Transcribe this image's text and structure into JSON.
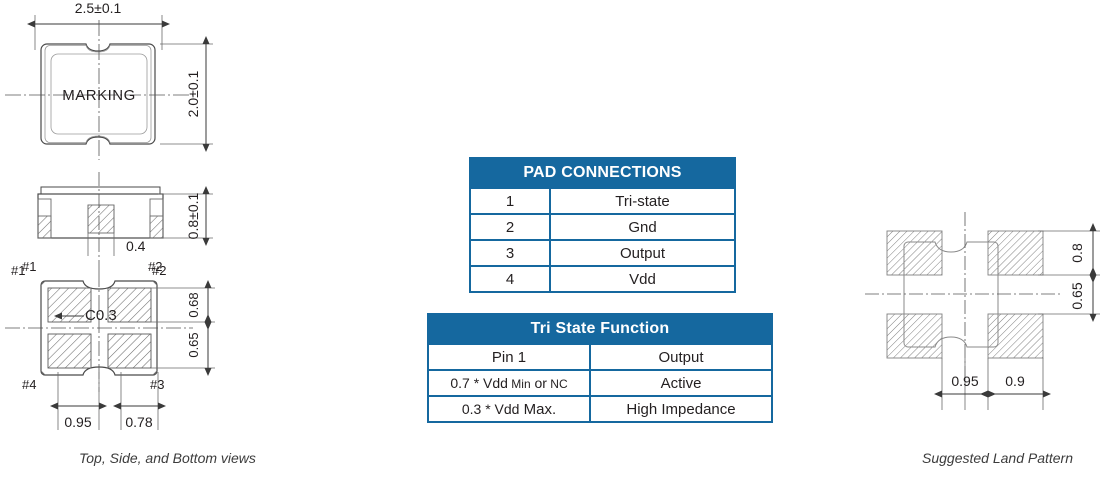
{
  "drawing": {
    "left_group": {
      "caption": "Top, Side, and  Bottom views",
      "top_view": {
        "marking_label": "MARKING",
        "width_dim": "2.5±0.1",
        "height_dim": "2.0±0.1"
      },
      "side_view": {
        "height_dim": "0.8±0.1",
        "pad_dim": "0.4",
        "pin_left_label": "#1",
        "pin_right_label": "#2"
      },
      "bottom_view": {
        "pin_labels": {
          "tl": "#1",
          "tr": "#2",
          "br": "#3",
          "bl": "#4"
        },
        "chamfer_label": "C0.3",
        "dim_pad_height": "0.68",
        "dim_pad_gap": "0.65",
        "dim_x1": "0.95",
        "dim_x2": "0.78"
      }
    },
    "right_group": {
      "caption": "Suggested Land Pattern",
      "dim_pad_height": "0.8",
      "dim_pad_gap": "0.65",
      "dim_x1": "0.95",
      "dim_x2": "0.9"
    }
  },
  "tables": {
    "pad_connections": {
      "title": "PAD CONNECTIONS",
      "rows": [
        {
          "pin": "1",
          "fn": "Tri-state"
        },
        {
          "pin": "2",
          "fn": "Gnd"
        },
        {
          "pin": "3",
          "fn": "Output"
        },
        {
          "pin": "4",
          "fn": "Vdd"
        }
      ]
    },
    "tri_state_function": {
      "title": "Tri State Function",
      "header": {
        "left": "Pin 1",
        "right": "Output"
      },
      "rows": [
        {
          "cond_a": "0.7 * Vdd",
          "cond_b": "Min",
          "cond_c": "or",
          "cond_d": "NC",
          "state": "Active"
        },
        {
          "cond_a": "0.3 * Vdd",
          "cond_b": "Max.",
          "state": "High Impedance"
        }
      ]
    }
  },
  "colors": {
    "table_header": "#15689f",
    "table_border": "#15689f",
    "line": "#4a4a4a",
    "hatch": "#6e6e6e",
    "text": "#231f20"
  }
}
